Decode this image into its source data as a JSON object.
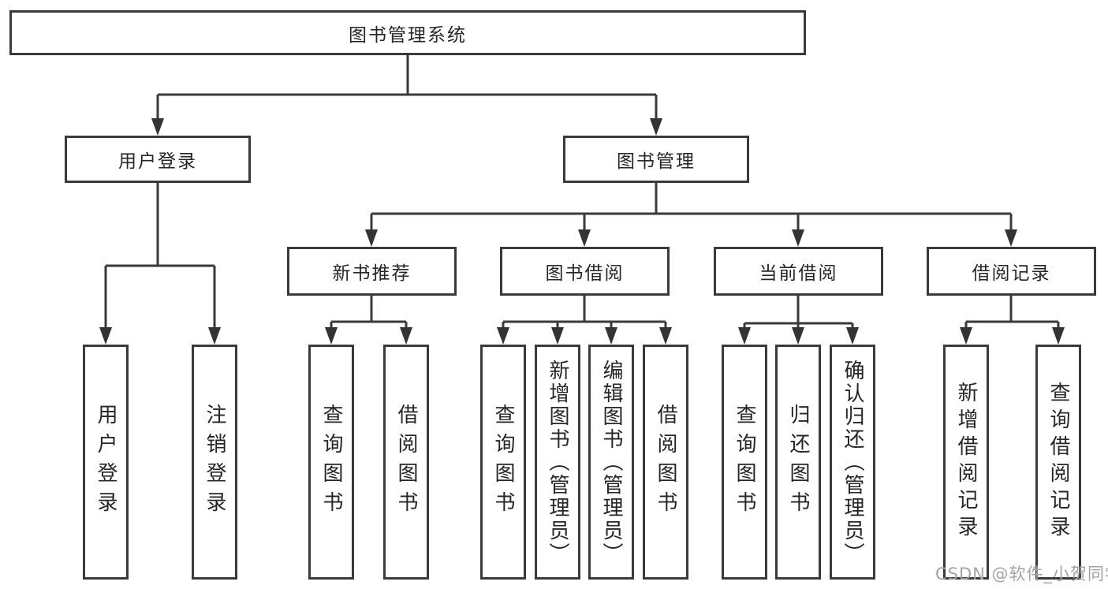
{
  "diagram": {
    "root": "图书管理系统",
    "user_login": {
      "label": "用户登录",
      "children": {
        "login": "用户登录",
        "logout": "注销登录"
      }
    },
    "book_mgmt": {
      "label": "图书管理",
      "new_book": {
        "label": "新书推荐",
        "children": {
          "query": "查询图书",
          "borrow": "借阅图书"
        }
      },
      "book_borrow": {
        "label": "图书借阅",
        "children": {
          "query": "查询图书",
          "add": "新增图书（管理员）",
          "edit": "编辑图书（管理员）",
          "borrow": "借阅图书"
        }
      },
      "current_borrow": {
        "label": "当前借阅",
        "children": {
          "query": "查询图书",
          "return": "归还图书",
          "confirm": "确认归还（管理员）"
        }
      },
      "borrow_record": {
        "label": "借阅记录",
        "children": {
          "add": "新增借阅记录",
          "query": "查询借阅记录"
        }
      }
    }
  },
  "watermark": "CSDN @软件_小贺同学",
  "colors": {
    "line": "#3a3a3a",
    "arrow": "#333333",
    "text": "#262626",
    "background": "#ffffff",
    "watermark": "#a3a3a8"
  }
}
